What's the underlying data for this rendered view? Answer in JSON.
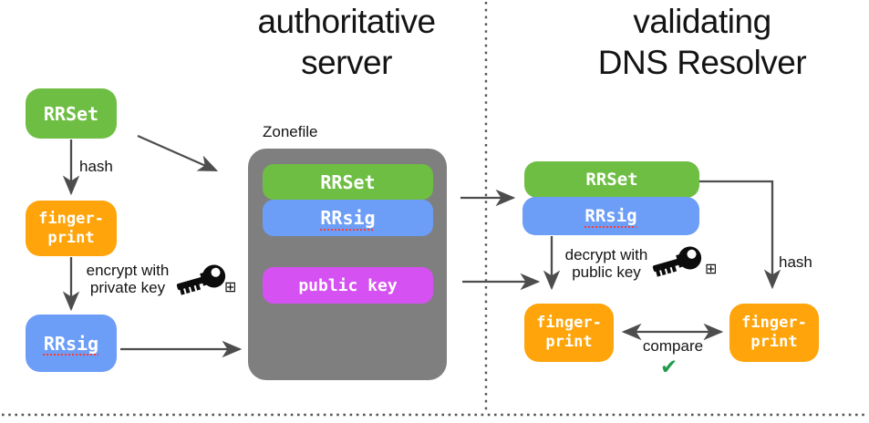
{
  "diagram": {
    "left_panel": {
      "title_line1": "authoritative",
      "title_line2": "server",
      "rrset_label": "RRSet",
      "hash_label": "hash",
      "fingerprint_line1": "finger-",
      "fingerprint_line2": "print",
      "encrypt_line1": "encrypt with",
      "encrypt_line2": "private key",
      "key_plus_symbol": "⊞",
      "rrsig_label": "RRsig",
      "zonefile": {
        "label": "Zonefile",
        "rrset_label": "RRSet",
        "rrsig_label": "RRsig",
        "public_key_label": "public key"
      }
    },
    "right_panel": {
      "title_line1": "validating",
      "title_line2": "DNS Resolver",
      "rrset_label": "RRSet",
      "rrsig_label": "RRsig",
      "decrypt_line1": "decrypt with",
      "decrypt_line2": "public key",
      "key_plus_symbol": "⊞",
      "hash_label": "hash",
      "fingerprint_left_line1": "finger-",
      "fingerprint_left_line2": "print",
      "fingerprint_right_line1": "finger-",
      "fingerprint_right_line2": "print",
      "compare_label": "compare",
      "checkmark_symbol": "✔"
    },
    "colors": {
      "rrset_green": "#6ebe44",
      "rrsig_blue": "#6d9ef7",
      "fingerprint_orange": "#ffa40a",
      "public_key_magenta": "#d551f2",
      "zonefile_gray": "#7f7f7f",
      "arrow_gray": "#4d4d4d",
      "check_green": "#1f9d4c",
      "misspell_red": "#ff3b30"
    }
  }
}
